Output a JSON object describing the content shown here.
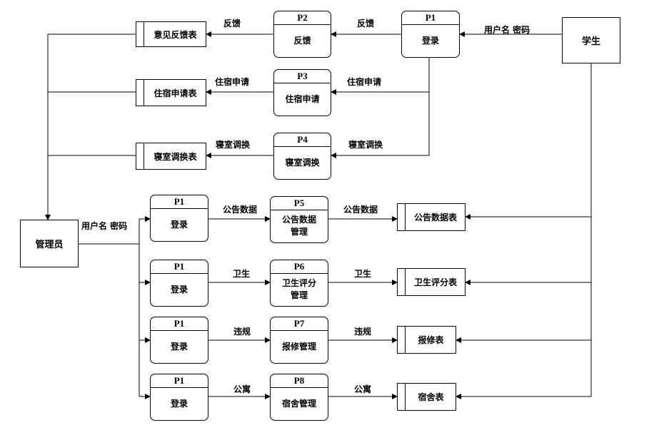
{
  "entities": {
    "student": "学生",
    "admin": "管理员"
  },
  "processes": {
    "p1_top": {
      "id": "P1",
      "name": "登录"
    },
    "p2": {
      "id": "P2",
      "name": "反馈"
    },
    "p3": {
      "id": "P3",
      "name": "住宿申请"
    },
    "p4": {
      "id": "P4",
      "name": "寝室调换"
    },
    "p1_a": {
      "id": "P1",
      "name": "登录"
    },
    "p5": {
      "id": "P5",
      "name": "公告数据\n管理"
    },
    "p1_b": {
      "id": "P1",
      "name": "登录"
    },
    "p6": {
      "id": "P6",
      "name": "卫生评分\n管理"
    },
    "p1_c": {
      "id": "P1",
      "name": "登录"
    },
    "p7": {
      "id": "P7",
      "name": "报修管理"
    },
    "p1_d": {
      "id": "P1",
      "name": "登录"
    },
    "p8": {
      "id": "P8",
      "name": "宿舍管理"
    }
  },
  "stores": {
    "feedback": "意见反馈表",
    "application": "住宿申请表",
    "swap": "寝室调换表",
    "notice": "公告数据表",
    "hygiene": "卫生评分表",
    "repair": "报修表",
    "dorm": "宿舍表"
  },
  "flows": {
    "student_login": "用户名 密码",
    "login_to_p2": "反馈",
    "p2_to_store": "反馈",
    "p3_in": "住宿申请",
    "p3_out": "住宿申请",
    "p4_in": "寝室调换",
    "p4_out": "寝室调换",
    "admin_login": "用户名 密码",
    "p5_in": "公告数据",
    "p5_out": "公告数据",
    "p6_in": "卫生",
    "p6_out": "卫生",
    "p7_in": "违规",
    "p7_out": "违规",
    "p8_in": "公寓",
    "p8_out": "公寓"
  }
}
